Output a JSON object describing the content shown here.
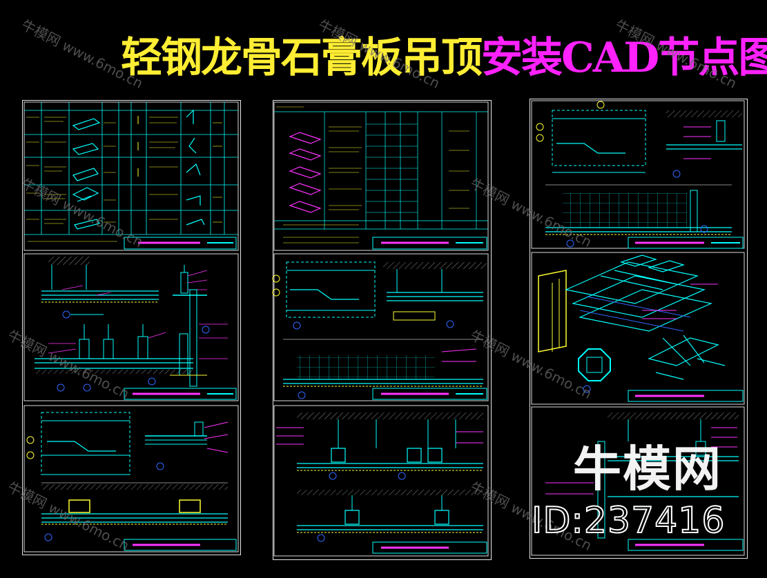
{
  "title": {
    "part1": "轻钢龙骨石膏板吊顶",
    "part2": "安装CAD节点图"
  },
  "watermark": {
    "logo": "牛模网",
    "id": "ID:237416",
    "tile": "牛模网 www.6mo.cn"
  },
  "colors": {
    "background": "#000000",
    "title_yellow": "#ffee33",
    "title_magenta": "#ff22ff",
    "line_cyan": "#00ffff",
    "line_white": "#e8e8e8",
    "line_magenta": "#ff33ff",
    "line_yellow": "#ffff33",
    "line_blue": "#3366ff"
  }
}
